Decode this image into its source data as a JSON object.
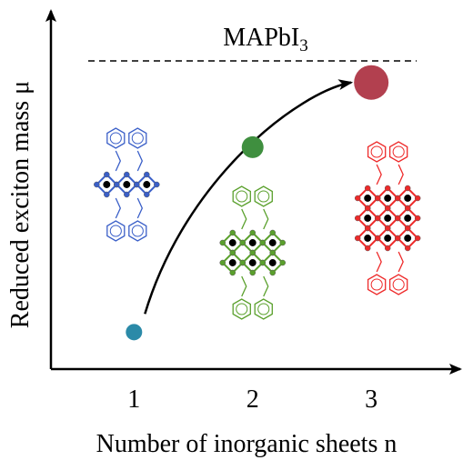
{
  "chart_data": {
    "type": "scatter",
    "xlabel": "Number of inorganic sheets n",
    "ylabel": "Reduced exciton mass μ",
    "categories": [
      "1",
      "2",
      "3"
    ],
    "xlim": [
      0.3,
      3.75
    ],
    "ylim": [
      0,
      1
    ],
    "points": [
      {
        "x": 1,
        "y": 0.12,
        "size": 9,
        "color": "#2b8aa8"
      },
      {
        "x": 2,
        "y": 0.72,
        "size": 12,
        "color": "#3f8f3f"
      },
      {
        "x": 3,
        "y": 0.93,
        "size": 19,
        "color": "#b2404f"
      }
    ],
    "reference": {
      "label_main": "MAPbI",
      "label_sub": "3",
      "y": 1.0,
      "style": "dashed"
    },
    "trend_arrow": true,
    "structures": [
      {
        "n": 1,
        "color": "#3a5fc8"
      },
      {
        "n": 2,
        "color": "#5aa02c"
      },
      {
        "n": 3,
        "color": "#ee2a2a"
      }
    ]
  }
}
